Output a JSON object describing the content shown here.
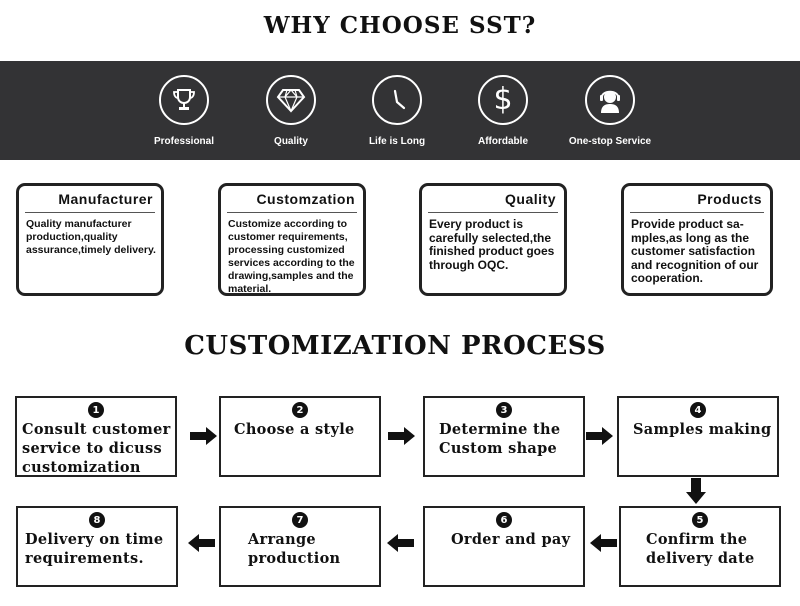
{
  "header": {
    "title": "WHY CHOOSE SST?"
  },
  "features": [
    {
      "icon": "trophy-icon",
      "label": "Professional"
    },
    {
      "icon": "diamond-icon",
      "label": "Quality"
    },
    {
      "icon": "clock-icon",
      "label": "Life is Long"
    },
    {
      "icon": "dollar-icon",
      "label": "Affordable"
    },
    {
      "icon": "headset-agent-icon",
      "label": "One-stop Service"
    }
  ],
  "cards": [
    {
      "title": "Manufacturer",
      "body": "Quality manufacturer production,quality assurance,timely delivery."
    },
    {
      "title": "Customzation",
      "body": "Customize according to customer requirements, processing customized services according to the drawing,samples and the material."
    },
    {
      "title": "Quality",
      "body": "Every product is carefully selected,the finished product goes through OQC."
    },
    {
      "title": "Products",
      "body": "Provide product sa-\nmples,as long as the customer satisfaction and recognition of our cooperation."
    }
  ],
  "process": {
    "title": "CUSTOMIZATION PROCESS",
    "steps": [
      {
        "num": "1",
        "text": "Consult customer service to dicuss customization"
      },
      {
        "num": "2",
        "text": "Choose a style"
      },
      {
        "num": "3",
        "text": "Determine the Custom shape"
      },
      {
        "num": "4",
        "text": "Samples making"
      },
      {
        "num": "5",
        "text": "Confirm the delivery date"
      },
      {
        "num": "6",
        "text": "Order and pay"
      },
      {
        "num": "7",
        "text": "Arrange production"
      },
      {
        "num": "8",
        "text": "Delivery on time requirements."
      }
    ]
  },
  "colors": {
    "band": "#333335",
    "ink": "#111111",
    "background": "#ffffff"
  }
}
